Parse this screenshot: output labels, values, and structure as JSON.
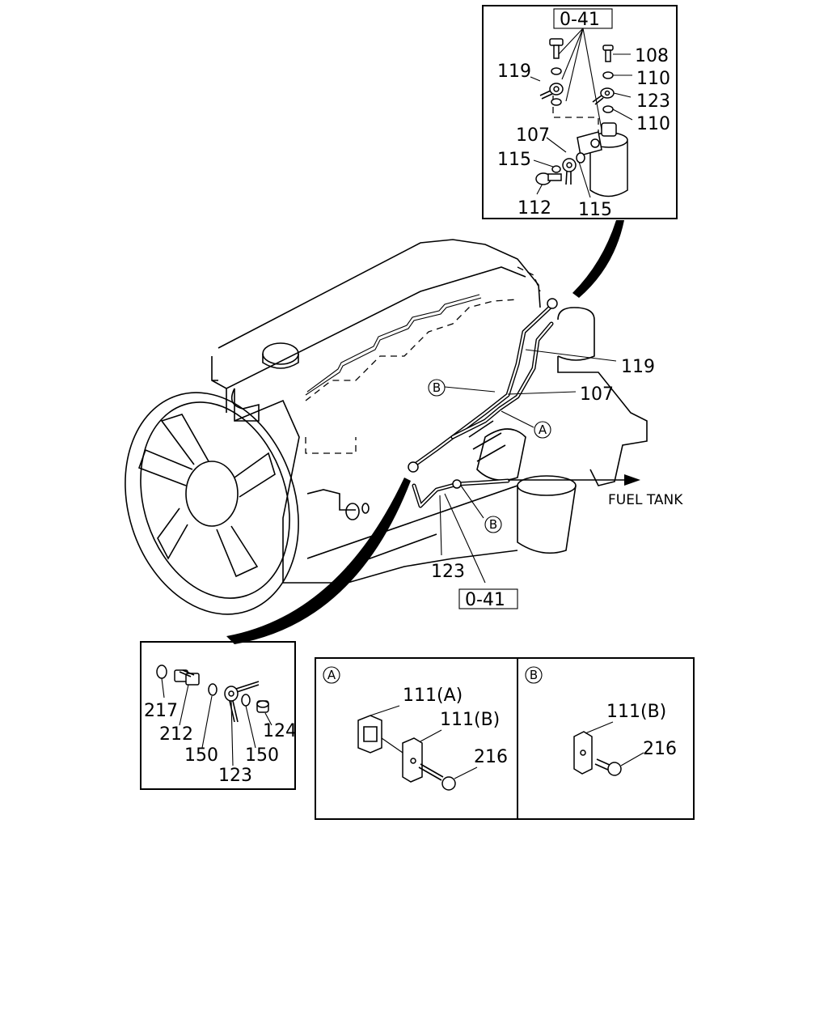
{
  "ref_labels": {
    "top_ref": "0-41",
    "bottom_ref": "0-41"
  },
  "inset_top": {
    "p108": "108",
    "p110a": "110",
    "p123": "123",
    "p110b": "110",
    "p119": "119",
    "p107": "107",
    "p115a": "115",
    "p112": "112",
    "p115b": "115"
  },
  "main": {
    "p119": "119",
    "p107": "107",
    "p123": "123",
    "fuel_tank": "FUEL TANK",
    "marker_a": "A",
    "marker_b1": "B",
    "marker_b2": "B"
  },
  "inset_bottom_left": {
    "p217": "217",
    "p212": "212",
    "p150a": "150",
    "p123": "123",
    "p150b": "150",
    "p124": "124"
  },
  "detail_a": {
    "marker": "A",
    "p111a": "111(A)",
    "p111b": "111(B)",
    "p216": "216"
  },
  "detail_b": {
    "marker": "B",
    "p111b": "111(B)",
    "p216": "216"
  }
}
